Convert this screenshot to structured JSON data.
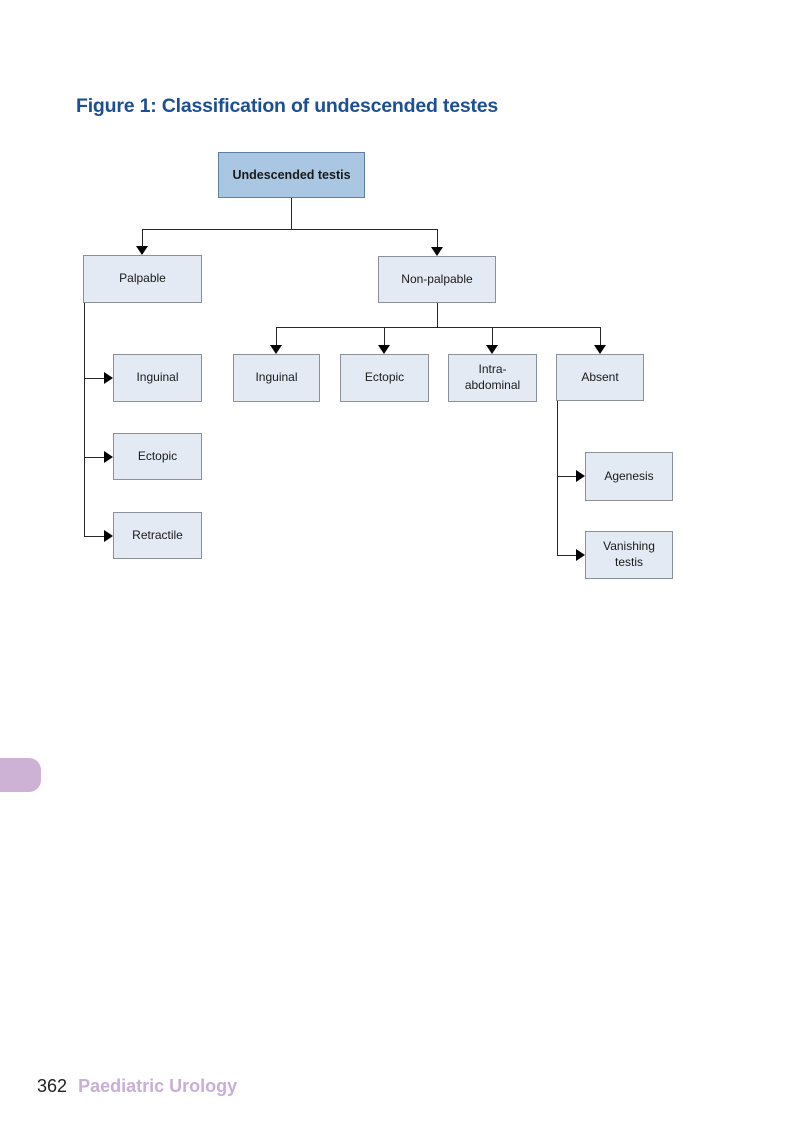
{
  "figure": {
    "title": "Figure 1: Classification of undescended testes",
    "title_color": "#1d4f94"
  },
  "flowchart": {
    "nodes": [
      {
        "id": "root",
        "label": "Undescended testis"
      },
      {
        "id": "palpable",
        "label": "Palpable"
      },
      {
        "id": "non-palpable",
        "label": "Non-palpable"
      },
      {
        "id": "palpable-inguinal",
        "label": "Inguinal"
      },
      {
        "id": "palpable-ectopic",
        "label": "Ectopic"
      },
      {
        "id": "palpable-retractile",
        "label": "Retractile"
      },
      {
        "id": "nonpalpable-inguinal",
        "label": "Inguinal"
      },
      {
        "id": "nonpalpable-ectopic",
        "label": "Ectopic"
      },
      {
        "id": "nonpalpable-intra-abdominal",
        "label": "Intra-\nabdominal"
      },
      {
        "id": "nonpalpable-absent",
        "label": "Absent"
      },
      {
        "id": "absent-agenesis",
        "label": "Agenesis"
      },
      {
        "id": "absent-vanishing-testis",
        "label": "Vanishing\ntestis"
      }
    ],
    "hierarchy": {
      "Undescended testis": [
        "Palpable",
        "Non-palpable"
      ],
      "Palpable": [
        "Inguinal",
        "Ectopic",
        "Retractile"
      ],
      "Non-palpable": [
        "Inguinal",
        "Ectopic",
        "Intra-abdominal",
        "Absent"
      ],
      "Absent": [
        "Agenesis",
        "Vanishing testis"
      ]
    },
    "colors": {
      "root_fill": "#a9c6e3",
      "root_border": "#5f7f9e",
      "child_fill": "#e3eaf3",
      "child_border": "#8a919b",
      "connector": "#262626"
    }
  },
  "footer": {
    "page_number": "362",
    "section_title": "Paediatric Urology",
    "section_color": "#c9aed8"
  },
  "side_tab": {
    "color": "#cdb2d6"
  }
}
